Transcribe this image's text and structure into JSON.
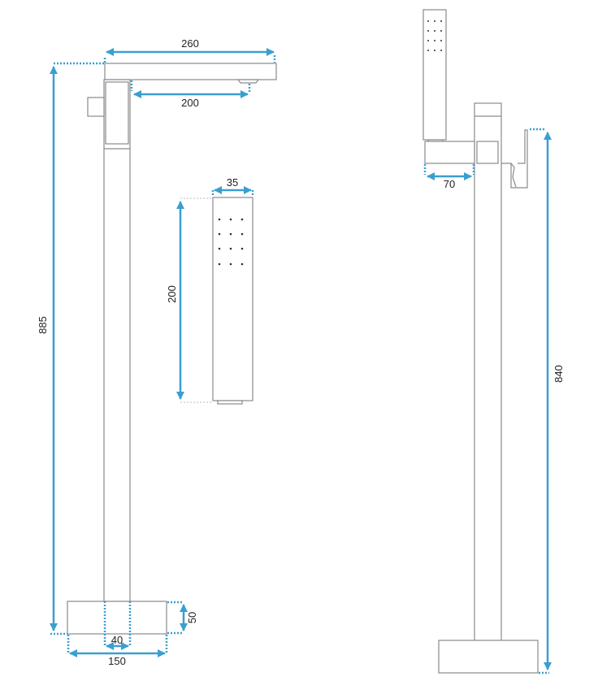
{
  "colors": {
    "dimension": "#3a9fd0",
    "outline": "#8a8a8a"
  },
  "front_view": {
    "total_height": "885",
    "spout_length": "260",
    "spout_reach": "200",
    "base_width": "150",
    "column_width": "40",
    "base_height": "50"
  },
  "hand_shower": {
    "width": "35",
    "length": "200"
  },
  "side_view": {
    "holder_depth": "70",
    "height": "840"
  }
}
